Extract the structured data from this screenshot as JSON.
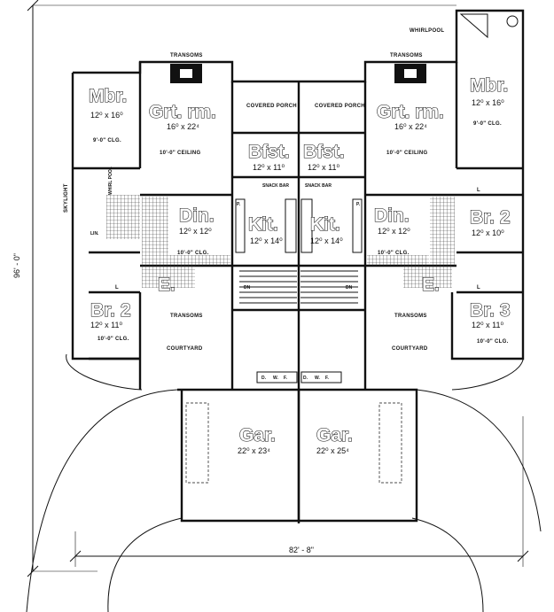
{
  "overall_depth": "96' - 0\"",
  "overall_width": "82' - 8\"",
  "labels": {
    "whirlpool": "WHIRLPOOL",
    "whirl_pool": "WHIRL POOL",
    "skylight": "SKYLIGHT",
    "lin": "LIN.",
    "transoms": "TRANSOMS",
    "covered_porch": "COVERED PORCH",
    "courtyard": "COURTYARD",
    "snack_bar": "SNACK BAR",
    "p": "P.",
    "l": "L",
    "e": "E.",
    "dn": "DN",
    "d": "D.",
    "w": "W.",
    "f": "F."
  },
  "rooms": {
    "mbr_left": {
      "name": "Mbr.",
      "size": "12⁰ x 16⁰",
      "ceiling": "9'-0\" CLG."
    },
    "grt_left": {
      "name": "Grt. rm.",
      "size": "16⁰ x 22⁴",
      "ceiling": "10'-0\" CEILING"
    },
    "bfst_left": {
      "name": "Bfst.",
      "size": "12⁰ x 11⁰"
    },
    "din_left": {
      "name": "Din.",
      "size": "12⁰ x 12⁰",
      "ceiling": "10'-0\" CLG."
    },
    "kit_left": {
      "name": "Kit.",
      "size": "12⁰ x 14⁰"
    },
    "br2_left": {
      "name": "Br. 2",
      "size": "12⁰ x 11⁰",
      "ceiling": "10'-0\" CLG."
    },
    "gar_left": {
      "name": "Gar.",
      "size": "22⁰ x 23⁴"
    },
    "mbr_right": {
      "name": "Mbr.",
      "size": "12⁰ x 16⁰",
      "ceiling": "9'-0\" CLG."
    },
    "grt_right": {
      "name": "Grt. rm.",
      "size": "16⁰ x 22⁴",
      "ceiling": "10'-0\" CEILING"
    },
    "bfst_right": {
      "name": "Bfst.",
      "size": "12⁰ x 11⁰"
    },
    "din_right": {
      "name": "Din.",
      "size": "12⁰ x 12⁰",
      "ceiling": "10'-0\" CLG."
    },
    "kit_right": {
      "name": "Kit.",
      "size": "12⁰ x 14⁰"
    },
    "br2_right": {
      "name": "Br. 2",
      "size": "12⁰ x 10⁰"
    },
    "br3_right": {
      "name": "Br. 3",
      "size": "12⁰ x 11⁰",
      "ceiling": "10'-0\" CLG."
    },
    "gar_right": {
      "name": "Gar.",
      "size": "22⁰ x 25⁴"
    }
  }
}
